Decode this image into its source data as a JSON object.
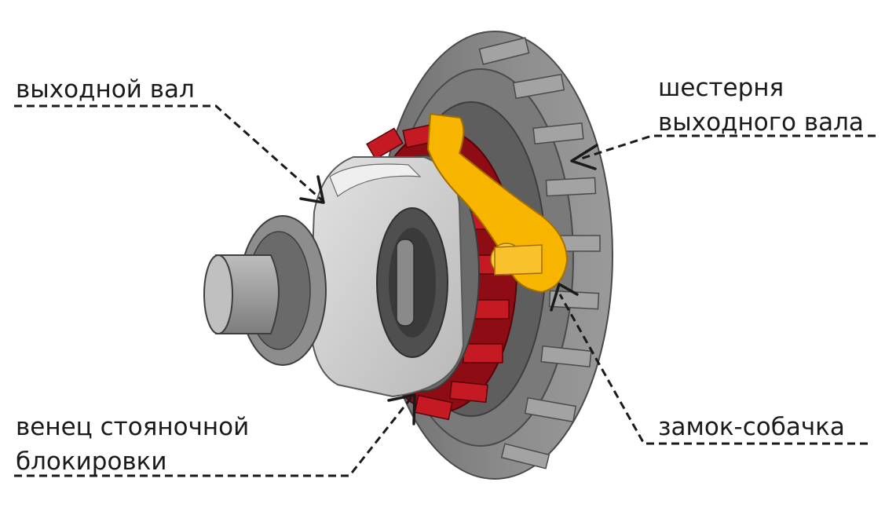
{
  "labels": {
    "output_shaft": "выходной вал",
    "gear_line1": "шестерня",
    "gear_line2": "выходного вала",
    "ring_line1": "венец стояночной",
    "ring_line2": "блокировки",
    "pawl": "замок-собачка"
  },
  "colors": {
    "gear_gray": "#8a8a8a",
    "ring_red": "#b5121b",
    "pawl_yellow": "#f7b500",
    "housing_light": "#c9c9c9"
  }
}
